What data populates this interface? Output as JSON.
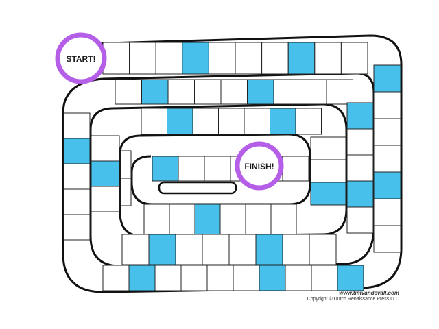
{
  "game": {
    "start_label": "START!",
    "finish_label": "FINISH!"
  },
  "credits": {
    "site": "www.timvandevall.com",
    "copyright": "Copyright © Dutch Renaissance Press LLC"
  },
  "colors": {
    "highlight_square": "#47c1ec",
    "plain_square": "#ffffff",
    "marker_ring": "#b55fe9",
    "outline": "#111111"
  }
}
